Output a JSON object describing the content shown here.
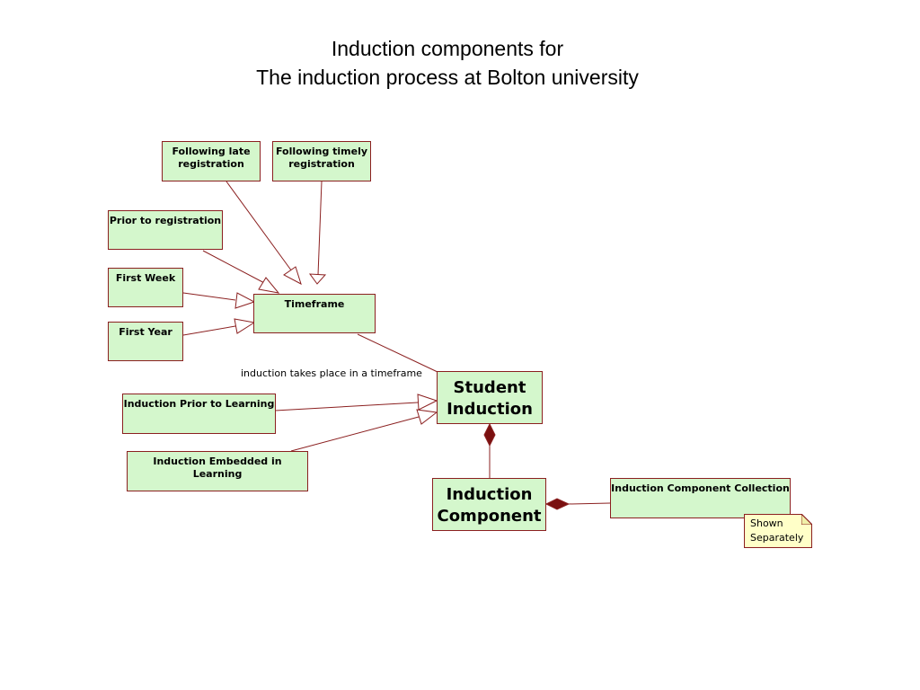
{
  "title": {
    "line1": "Induction components for",
    "line2": "The induction process at Bolton university"
  },
  "boxes": {
    "late_registration": "Following late registration",
    "timely_registration": "Following timely registration",
    "prior_registration": "Prior to registration",
    "first_week": "First Week",
    "first_year": "First Year",
    "timeframe": "Timeframe",
    "student_induction": "Student Induction",
    "prior_to_learning": "Induction Prior to Learning",
    "embedded_in_learning": "Induction Embedded in Learning",
    "induction_component": "Induction Component",
    "component_collection": "Induction Component Collection"
  },
  "note": {
    "text": "Shown Separately"
  },
  "association_label": "induction takes place in a timeframe",
  "colors": {
    "box_fill": "#d4f7cc",
    "box_border": "#8b2020",
    "line": "#8b2020",
    "note_fill": "#ffffc8"
  }
}
